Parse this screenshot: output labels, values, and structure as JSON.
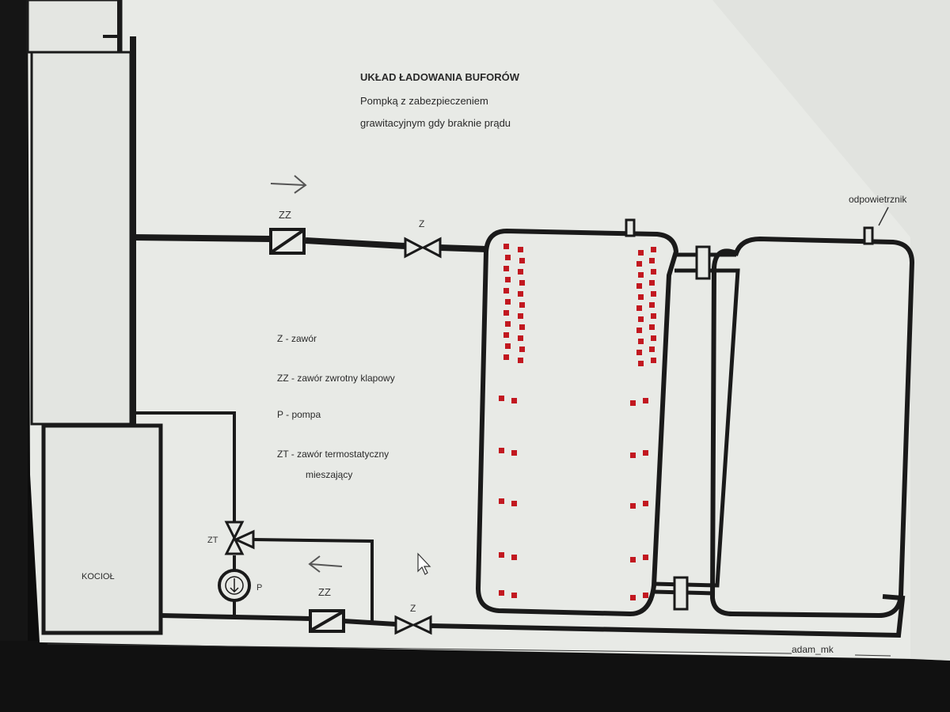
{
  "title": {
    "main": "UKŁAD ŁADOWANIA BUFORÓW",
    "line1": "Pompką z zabezpieczeniem",
    "line2": "grawitacyjnym gdy braknie prądu"
  },
  "labels": {
    "zz_top": "ZZ",
    "z_top": "Z",
    "zz_bottom": "ZZ",
    "z_bottom": "Z",
    "zt": "ZT",
    "pump": "P",
    "boiler": "KOCIOŁ",
    "vent": "odpowietrznik",
    "author": "adam_mk"
  },
  "legend": {
    "z": "Z - zawór",
    "zz": "ZZ - zawór zwrotny klapowy",
    "p": "P - pompa",
    "zt_line1": "ZT - zawór termostatyczny",
    "zt_line2": "mieszający"
  },
  "colors": {
    "paper": "#e9ebe7",
    "pipe": "#1a1a1a",
    "dot": "#c21820",
    "text": "#2a2a2a"
  }
}
